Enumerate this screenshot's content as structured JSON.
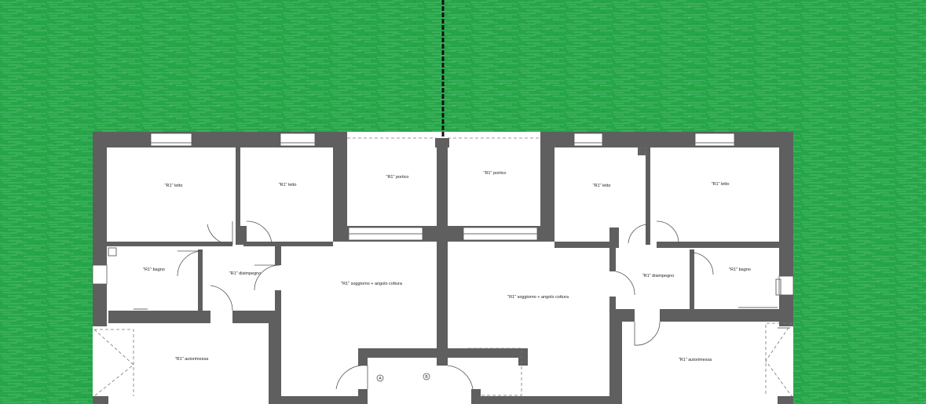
{
  "plan": {
    "rooms": {
      "letto_1": "\"R1\" letto",
      "letto_2": "\"R1\" letto",
      "portico_1": "\"R1\" portico",
      "portico_2": "\"R1\" portico",
      "letto_3": "\"R1\" letto",
      "letto_4": "\"R1\" letto",
      "bagno_1": "\"R1\" bagno",
      "disimpegno_1": "\"R1\" disimpegno",
      "soggiorno_1": "\"R1\" soggiorno + angolo cottura",
      "soggiorno_2": "\"R1\" soggiorno + angolo cottura",
      "disimpegno_2": "\"R1\" disimpegno",
      "bagno_2": "\"R1\" bagno",
      "autorimessa_1": "\"R1\" autorimessa",
      "autorimessa_2": "\"R1\" autorimessa"
    },
    "markers": {
      "entrance_a": "A",
      "entrance_b": "B"
    },
    "colors": {
      "lawn": "#2aa84c",
      "wall": "#5f5f5f",
      "floor": "#ffffff"
    }
  }
}
